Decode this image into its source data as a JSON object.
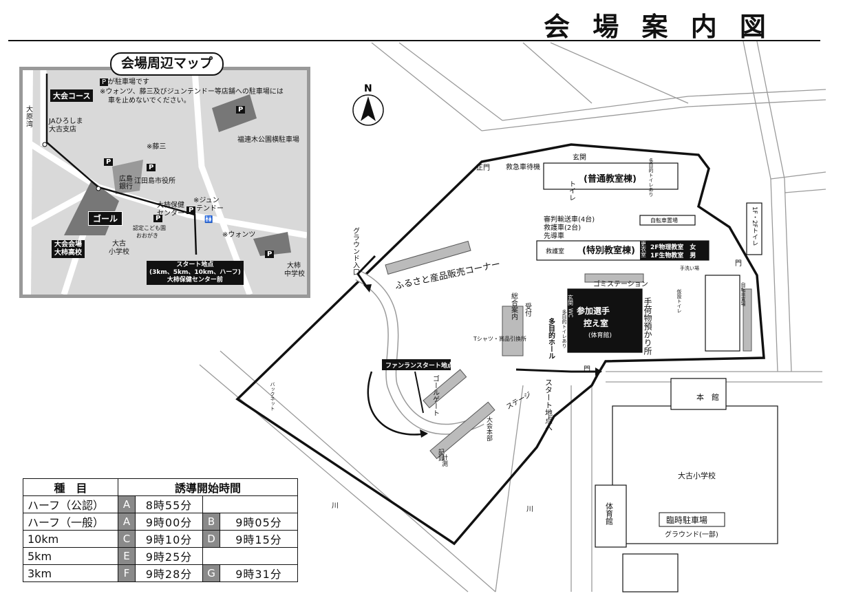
{
  "title": "会 場 案 内 図",
  "compass": {
    "north": "N"
  },
  "inset": {
    "title": "会場周辺マップ",
    "parking_note_badge": "P",
    "parking_note": "が駐車場です",
    "store_note_line1": "※ウォンツ、藤三及びジュンテンドー等店舗への駐車場には",
    "store_note_line2": "車を止めないでください。",
    "course_label": "大会コース",
    "ohara_bay": "大原湾",
    "ja_line1": "JAひろしま",
    "ja_line2": "大古支店",
    "fujizo": "※藤三",
    "fukuregi_parking": "福連木公園横駐車場",
    "hiroshima_bank": "広島銀行",
    "city_hall": "江田島市役所",
    "goal": "ゴール",
    "kakinoki_center_line1": "大柿保健",
    "kakinoki_center_line2": "センター",
    "junten_line1": "※ジュン",
    "junten_line2": "テンドー",
    "kodomoen_line1": "認定こども園",
    "kodomoen_line2": "おおがき",
    "wants": "※ウォンツ",
    "furu_elem_line1": "大古",
    "furu_elem_line2": "小学校",
    "venue_line1": "大会会場",
    "venue_line2": "大柿高校",
    "start_line1": "スタート地点",
    "start_line2": "(3km、5km、10km、ハーフ)",
    "start_line3": "大柿保健センター前",
    "kakinoki_jhs_line1": "大柿",
    "kakinoki_jhs_line2": "中学校",
    "parking_badge": "P"
  },
  "main_map": {
    "main_gate": "正門",
    "ambulance": "救急車待機",
    "entrance": "玄関",
    "regular_building": "(普通教室棟)",
    "toilet": "トイレ",
    "multi_toilet": "多目的トイレあり",
    "vehicles_line1": "審判輸送車(4台)",
    "vehicles_line2": "救護車(2台)",
    "vehicles_line3": "先導車",
    "bicycle": "自転車置場",
    "first_aid": "救護室",
    "special_building": "(特別教室棟)",
    "changing_room": "更衣室",
    "changing_line1": "2F物理教室　女",
    "changing_line2": "1F生物教室　男",
    "toilet_sign": "1F・2Fトイレ",
    "gate": "門",
    "ground_entrance": "グラウンド入口",
    "furusato": "ふるさと産品販売コーナー",
    "garbage": "ゴミステーション",
    "hand_wash": "手洗い場",
    "temp_toilet": "仮設トイレ",
    "info": "総合案内",
    "reception": "受付",
    "entrance2": "玄関",
    "wc": "WC",
    "multi_toilet2": "多目的トイレあり",
    "waiting_line1": "参加選手",
    "waiting_line2": "控え室",
    "gym": "(体育館)",
    "luggage": "手荷物預かり所",
    "multi_hall": "多目的ホール",
    "tshirt": "Tシャツ・賞品引換所",
    "bicycle2": "自転車置場",
    "backnet": "バックネット",
    "fun_run": "ファンランスタート地点",
    "goal_gate": "ゴールゲート",
    "stage": "ステージ",
    "hq": "大会本部",
    "record": "記録",
    "timing": "計測",
    "to_start": "スタート地点へ",
    "river": "川",
    "honkan": "本　館",
    "furu_elem": "大古小学校",
    "gym2": "体育館",
    "temp_parking": "臨時駐車場",
    "ground_part": "グラウンド(一部)"
  },
  "schedule": {
    "header_event": "種　目",
    "header_time": "誘導開始時間",
    "rows": [
      {
        "event": "ハーフ（公認）",
        "c1": "A",
        "t1": "8時55分",
        "c2": "",
        "t2": ""
      },
      {
        "event": "ハーフ（一般）",
        "c1": "A",
        "t1": "9時00分",
        "c2": "B",
        "t2": "9時05分"
      },
      {
        "event": "10km",
        "c1": "C",
        "t1": "9時10分",
        "c2": "D",
        "t2": "9時15分"
      },
      {
        "event": "5km",
        "c1": "E",
        "t1": "9時25分",
        "c2": "",
        "t2": ""
      },
      {
        "event": "3km",
        "c1": "F",
        "t1": "9時28分",
        "c2": "G",
        "t2": "9時31分"
      }
    ]
  }
}
